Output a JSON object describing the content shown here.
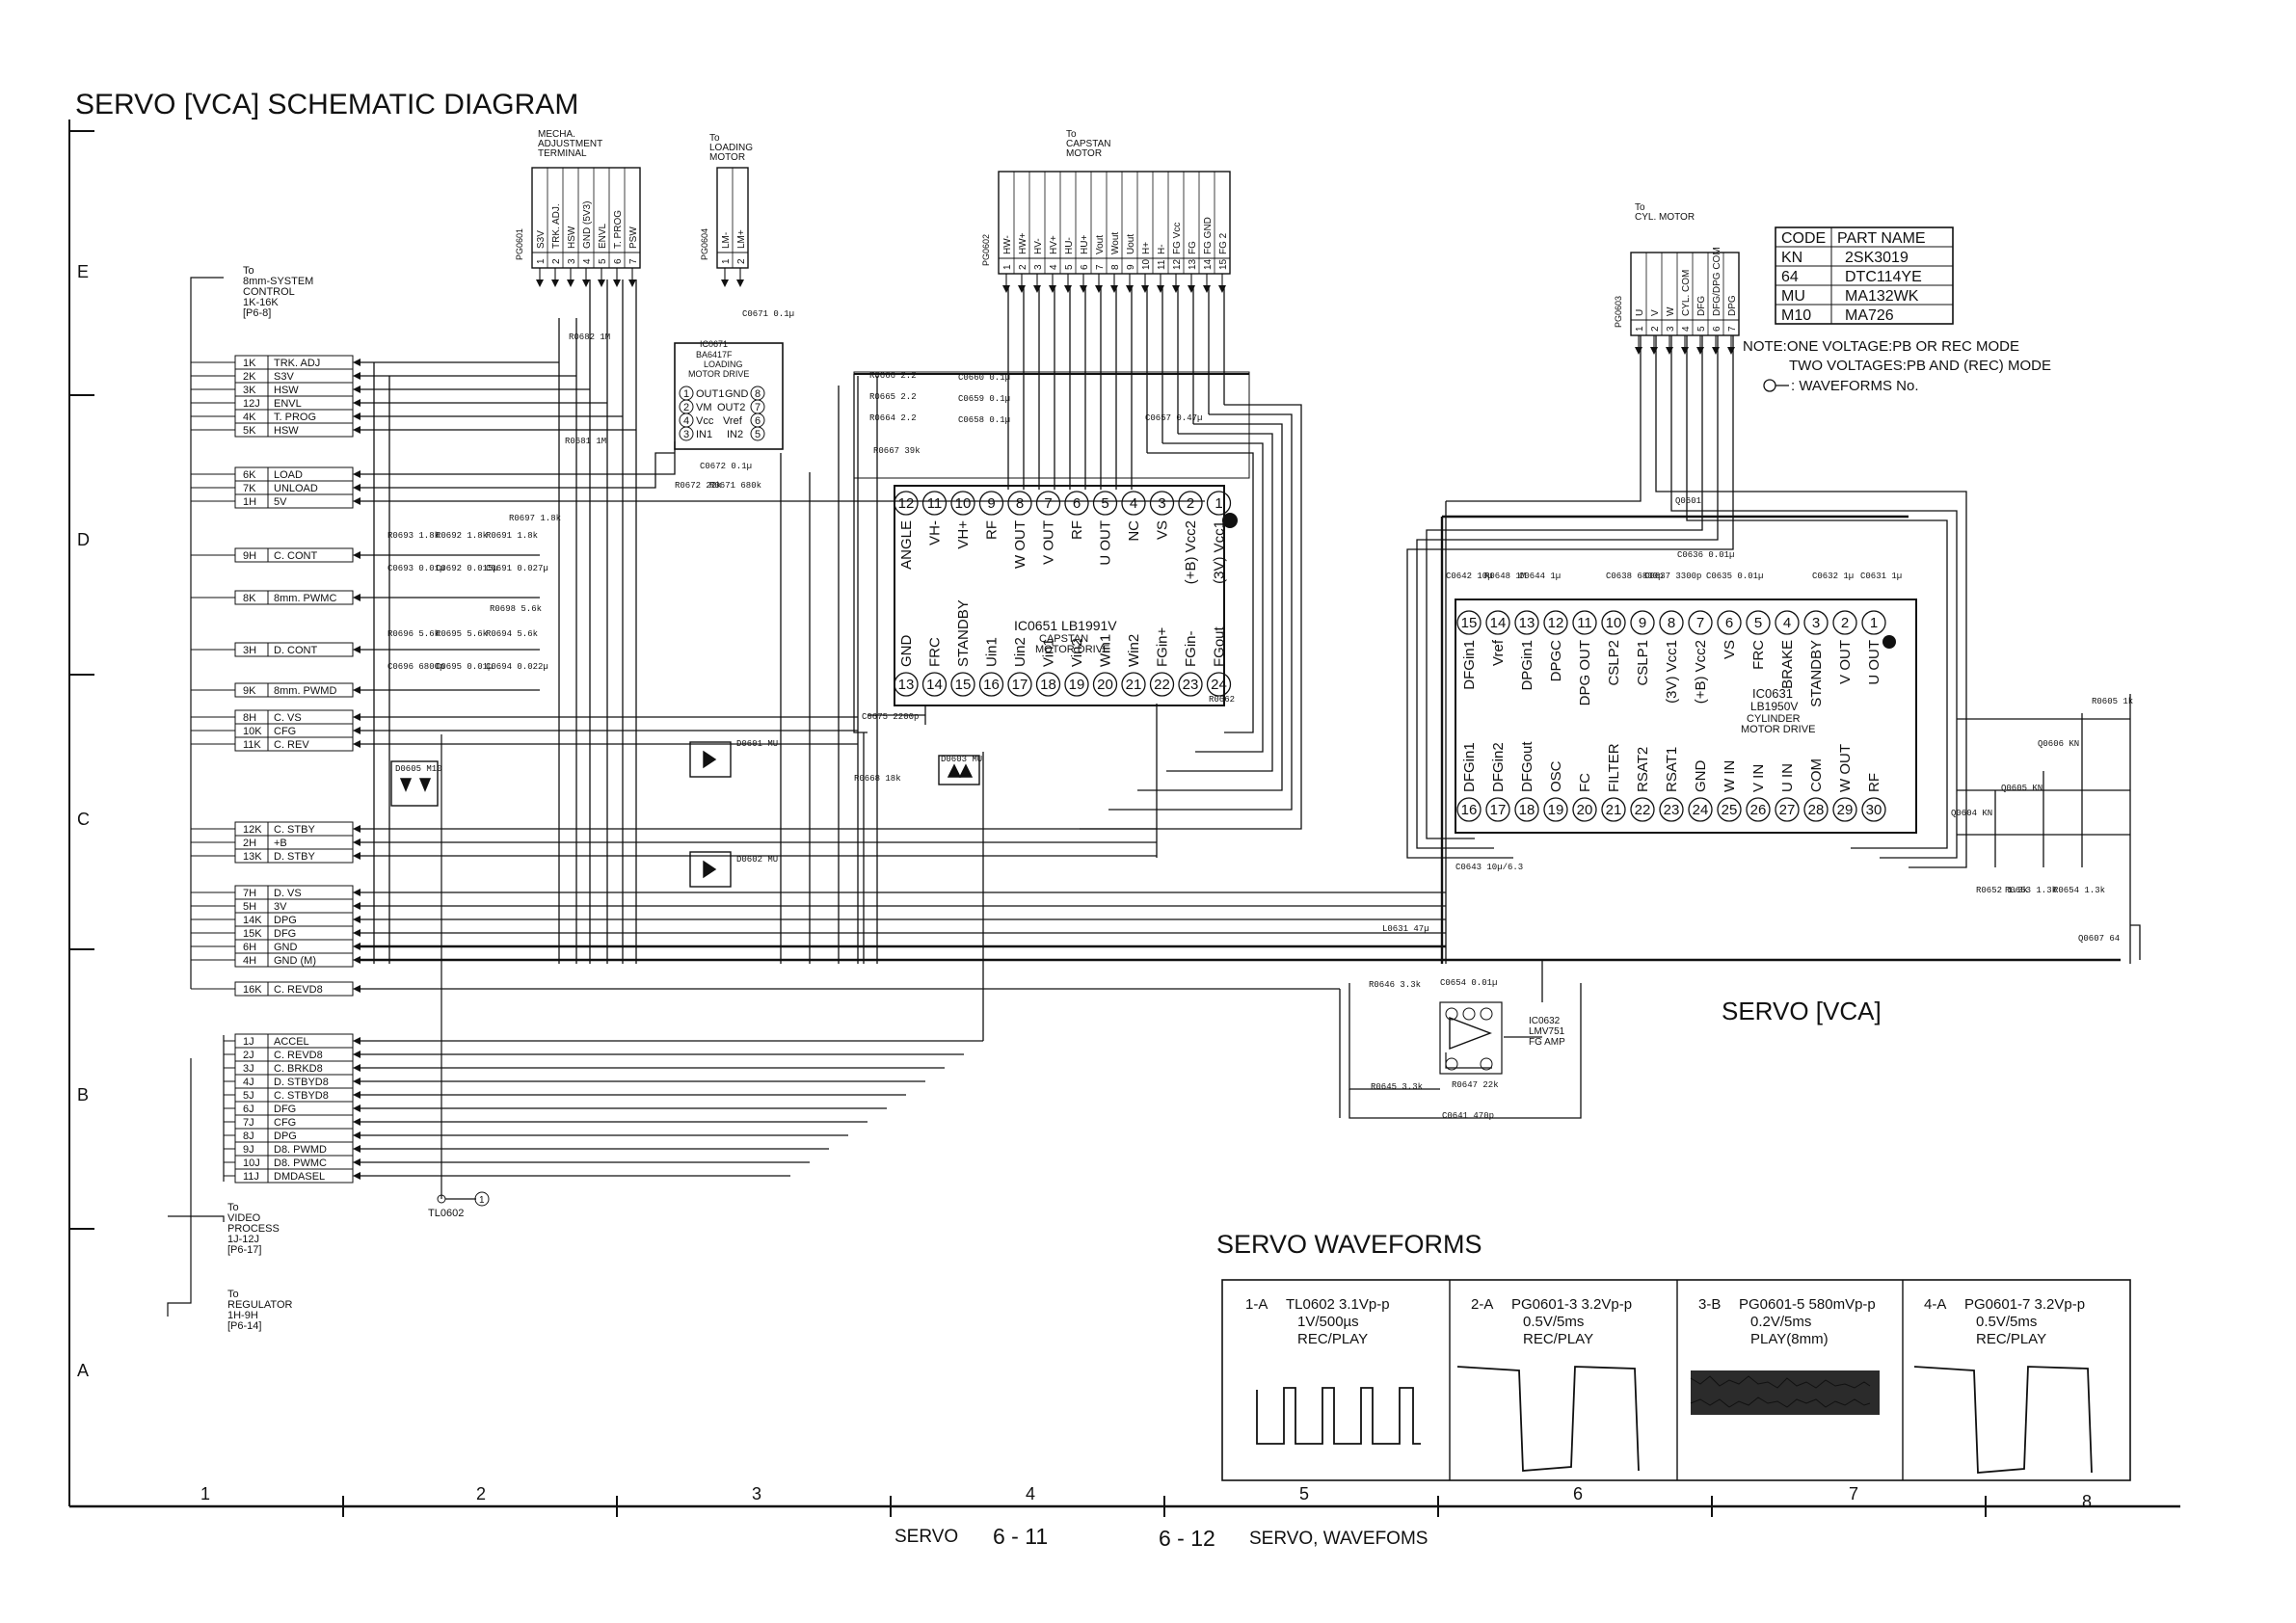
{
  "title": "SERVO [VCA] SCHEMATIC DIAGRAM",
  "section_label": "SERVO [VCA]",
  "waveforms_title": "SERVO WAVEFORMS",
  "connectors": [
    {
      "id": "mecha",
      "ref": "PG0601",
      "label": [
        "MECHA.",
        "ADJUSTMENT",
        "TERMINAL"
      ],
      "pins": [
        "S3V",
        "TRK. ADJ.",
        "HSW",
        "GND (5V3)",
        "ENVL",
        "T. PROG",
        "PSW"
      ]
    },
    {
      "id": "loading",
      "ref": "PG0604",
      "label": [
        "To",
        "LOADING",
        "MOTOR"
      ],
      "pins": [
        "LM-",
        "LM+"
      ]
    },
    {
      "id": "capstan",
      "ref": "PG0602",
      "label": [
        "To",
        "CAPSTAN",
        "MOTOR"
      ],
      "pins": [
        "HW-",
        "HW+",
        "HV-",
        "HV+",
        "HU-",
        "HU+",
        "Vout",
        "Wout",
        "Uout",
        "H+",
        "H-",
        "FG Vcc",
        "FG",
        "FG GND",
        "FG 2"
      ]
    },
    {
      "id": "cyl",
      "ref": "PG0603",
      "label": [
        "To",
        "CYL. MOTOR"
      ],
      "pins": [
        "U",
        "V",
        "W",
        "CYL. COM",
        "DFG",
        "DFG/DPG COM",
        "DPG"
      ]
    }
  ],
  "left_block_1": {
    "label": [
      "To",
      "8mm-SYSTEM",
      "CONTROL",
      "1K-16K",
      "[P6-8]"
    ],
    "rows": [
      {
        "pin": "1K",
        "name": "TRK. ADJ"
      },
      {
        "pin": "2K",
        "name": "S3V"
      },
      {
        "pin": "3K",
        "name": "HSW"
      },
      {
        "pin": "12J",
        "name": "ENVL"
      },
      {
        "pin": "4K",
        "name": "T. PROG"
      },
      {
        "pin": "5K",
        "name": "HSW"
      },
      {
        "pin": "6K",
        "name": "LOAD"
      },
      {
        "pin": "7K",
        "name": "UNLOAD"
      },
      {
        "pin": "1H",
        "name": "5V"
      },
      {
        "pin": "9H",
        "name": "C. CONT"
      },
      {
        "pin": "8K",
        "name": "8mm. PWMC"
      },
      {
        "pin": "3H",
        "name": "D. CONT"
      },
      {
        "pin": "9K",
        "name": "8mm. PWMD"
      },
      {
        "pin": "8H",
        "name": "C. VS"
      },
      {
        "pin": "10K",
        "name": "CFG"
      },
      {
        "pin": "11K",
        "name": "C. REV"
      },
      {
        "pin": "12K",
        "name": "C. STBY"
      },
      {
        "pin": "2H",
        "name": "+B"
      },
      {
        "pin": "13K",
        "name": "D. STBY"
      },
      {
        "pin": "7H",
        "name": "D. VS"
      },
      {
        "pin": "5H",
        "name": "3V"
      },
      {
        "pin": "14K",
        "name": "DPG"
      },
      {
        "pin": "15K",
        "name": "DFG"
      },
      {
        "pin": "6H",
        "name": "GND"
      },
      {
        "pin": "4H",
        "name": "GND (M)"
      },
      {
        "pin": "16K",
        "name": "C. REVD8"
      }
    ]
  },
  "left_block_2": {
    "label_video": [
      "To",
      "VIDEO",
      "PROCESS",
      "1J-12J",
      "[P6-17]"
    ],
    "label_regulator": [
      "To",
      "REGULATOR",
      "1H-9H",
      "[P6-14]"
    ],
    "rows": [
      {
        "pin": "1J",
        "name": "ACCEL"
      },
      {
        "pin": "2J",
        "name": "C. REVD8"
      },
      {
        "pin": "3J",
        "name": "C. BRKD8"
      },
      {
        "pin": "4J",
        "name": "D. STBYD8"
      },
      {
        "pin": "5J",
        "name": "C. STBYD8"
      },
      {
        "pin": "6J",
        "name": "DFG"
      },
      {
        "pin": "7J",
        "name": "CFG"
      },
      {
        "pin": "8J",
        "name": "DPG"
      },
      {
        "pin": "9J",
        "name": "D8. PWMD"
      },
      {
        "pin": "10J",
        "name": "D8. PWMC"
      },
      {
        "pin": "11J",
        "name": "DMDASEL"
      }
    ]
  },
  "ic0651": {
    "ref": "IC0651  LB1991V",
    "desc": [
      "CAPSTAN",
      "MOTOR DRIVE"
    ],
    "top_pins": [
      [
        "12",
        "ANGLE"
      ],
      [
        "11",
        "VH-"
      ],
      [
        "10",
        "VH+"
      ],
      [
        "9",
        "RF"
      ],
      [
        "8",
        "W OUT"
      ],
      [
        "7",
        "V OUT"
      ],
      [
        "6",
        "RF"
      ],
      [
        "5",
        "U OUT"
      ],
      [
        "4",
        "NC"
      ],
      [
        "3",
        "VS"
      ],
      [
        "2",
        "(+B) Vcc2"
      ],
      [
        "1",
        "(3V) Vcc1"
      ]
    ],
    "bottom_pins": [
      [
        "13",
        "GND"
      ],
      [
        "14",
        "FRC"
      ],
      [
        "15",
        "STANDBY"
      ],
      [
        "16",
        "Uin1"
      ],
      [
        "17",
        "Uin2"
      ],
      [
        "18",
        "Vin1"
      ],
      [
        "19",
        "Vin2"
      ],
      [
        "20",
        "Win1"
      ],
      [
        "21",
        "Win2"
      ],
      [
        "22",
        "FGin+"
      ],
      [
        "23",
        "FGin-"
      ],
      [
        "24",
        "FGout"
      ]
    ]
  },
  "ic0631": {
    "ref": "IC0631",
    "desc": [
      "LB1950V",
      "CYLINDER",
      "MOTOR DRIVE"
    ],
    "top_pins": [
      [
        "15",
        "DFGin1"
      ],
      [
        "14",
        "Vref"
      ],
      [
        "13",
        "DPGin1"
      ],
      [
        "12",
        "DPGC"
      ],
      [
        "11",
        "DPG OUT"
      ],
      [
        "10",
        "CSLP2"
      ],
      [
        "9",
        "CSLP1"
      ],
      [
        "8",
        "(3V) Vcc1"
      ],
      [
        "7",
        "(+B) Vcc2"
      ],
      [
        "6",
        "VS"
      ],
      [
        "5",
        "FRC"
      ],
      [
        "4",
        "BRAKE"
      ],
      [
        "3",
        "STANDBY"
      ],
      [
        "2",
        "V OUT"
      ],
      [
        "1",
        "U OUT"
      ]
    ],
    "bottom_pins": [
      [
        "16",
        "DFGin1"
      ],
      [
        "17",
        "DFGin2"
      ],
      [
        "18",
        "DFGout"
      ],
      [
        "19",
        "OSC"
      ],
      [
        "20",
        "FC"
      ],
      [
        "21",
        "FILTER"
      ],
      [
        "22",
        "RSAT2"
      ],
      [
        "23",
        "RSAT1"
      ],
      [
        "24",
        "GND"
      ],
      [
        "25",
        "W IN"
      ],
      [
        "26",
        "V IN"
      ],
      [
        "27",
        "U IN"
      ],
      [
        "28",
        "COM"
      ],
      [
        "29",
        "W OUT"
      ],
      [
        "30",
        "RF"
      ]
    ]
  },
  "ic0671": {
    "ref": "IC0671",
    "desc": [
      "BA6417F",
      "LOADING",
      "MOTOR DRIVE"
    ],
    "pins": [
      "OUT1",
      "GND",
      "OUT2",
      "VM",
      "Vcc",
      "Vref",
      "IN1",
      "IN2"
    ]
  },
  "ic0632": {
    "ref": "IC0632",
    "desc": [
      "LMV751",
      "FG AMP"
    ]
  },
  "components": [
    "R0681 1M",
    "R0682 1M",
    "C0671 0.1µ",
    "C0672 0.1µ",
    "R0672 22k",
    "R0671 680k",
    "R0693 1.8k",
    "R0692 1.8k",
    "R0691 1.8k",
    "R0697 1.8k",
    "C0693 0.01µ",
    "C0692 0.015µ",
    "C0691 0.027µ",
    "R0698 5.6k",
    "R0696 5.6k",
    "R0695 5.6k",
    "R0694 5.6k",
    "C0696 6800p",
    "C0695 0.01µ",
    "C0694 0.022µ",
    "D0605 M10",
    "D0601 MU",
    "D0602 MU",
    "D0603 MU",
    "R0668 18k",
    "C0675 2200p",
    "R0666 2.2",
    "R0665 2.2",
    "R0664 2.2",
    "C0660 0.1µ",
    "C0659 0.1µ",
    "C0658 0.1µ",
    "R0667 39k",
    "C0657 0.47µ",
    "R0662",
    "L0631 47µ",
    "R0646 3.3k",
    "R0645 3.3k",
    "C0654 0.01µ",
    "R0647 22k",
    "C0641 470p",
    "C0643 10µ/6.3",
    "Q0601",
    "Q0604 KN",
    "Q0605 KN",
    "Q0606 KN",
    "Q0607 64",
    "R0605 1k",
    "R0652 1.3k",
    "R0653 1.3k",
    "R0654 1.3k",
    "C0642 10µ",
    "R0648 1M",
    "C0644 1µ",
    "C0638 6800p",
    "C0637 3300p",
    "C0636 0.01µ",
    "C0635 0.01µ",
    "C0632 1µ",
    "C0631 1µ"
  ],
  "tl0602": "TL0602",
  "code_table": {
    "headers": [
      "CODE",
      "PART NAME"
    ],
    "rows": [
      [
        "KN",
        "2SK3019"
      ],
      [
        "64",
        "DTC114YE"
      ],
      [
        "MU",
        "MA132WK"
      ],
      [
        "M10",
        "MA726"
      ]
    ]
  },
  "notes": [
    "NOTE:ONE VOLTAGE:PB OR REC MODE",
    "TWO VOLTAGES:PB AND (REC) MODE",
    ": WAVEFORMS No."
  ],
  "waveforms": [
    {
      "id": "1-A",
      "point": "TL0602",
      "amplitude": "3.1Vp-p",
      "scale": "1V/500µs",
      "mode": "REC/PLAY"
    },
    {
      "id": "2-A",
      "point": "PG0601-3",
      "amplitude": "3.2Vp-p",
      "scale": "0.5V/5ms",
      "mode": "REC/PLAY"
    },
    {
      "id": "3-B",
      "point": "PG0601-5",
      "amplitude": "580mVp-p",
      "scale": "0.2V/5ms",
      "mode": "PLAY(8mm)"
    },
    {
      "id": "4-A",
      "point": "PG0601-7",
      "amplitude": "3.2Vp-p",
      "scale": "0.5V/5ms",
      "mode": "REC/PLAY"
    }
  ],
  "grid_rows": [
    "E",
    "D",
    "C",
    "B",
    "A"
  ],
  "grid_cols": [
    "1",
    "2",
    "3",
    "4",
    "5",
    "6",
    "7",
    "8"
  ],
  "footer": {
    "left_section": "SERVO",
    "left_page": "6 - 11",
    "right_page": "6 - 12",
    "right_section": "SERVO, WAVEFOMS"
  }
}
